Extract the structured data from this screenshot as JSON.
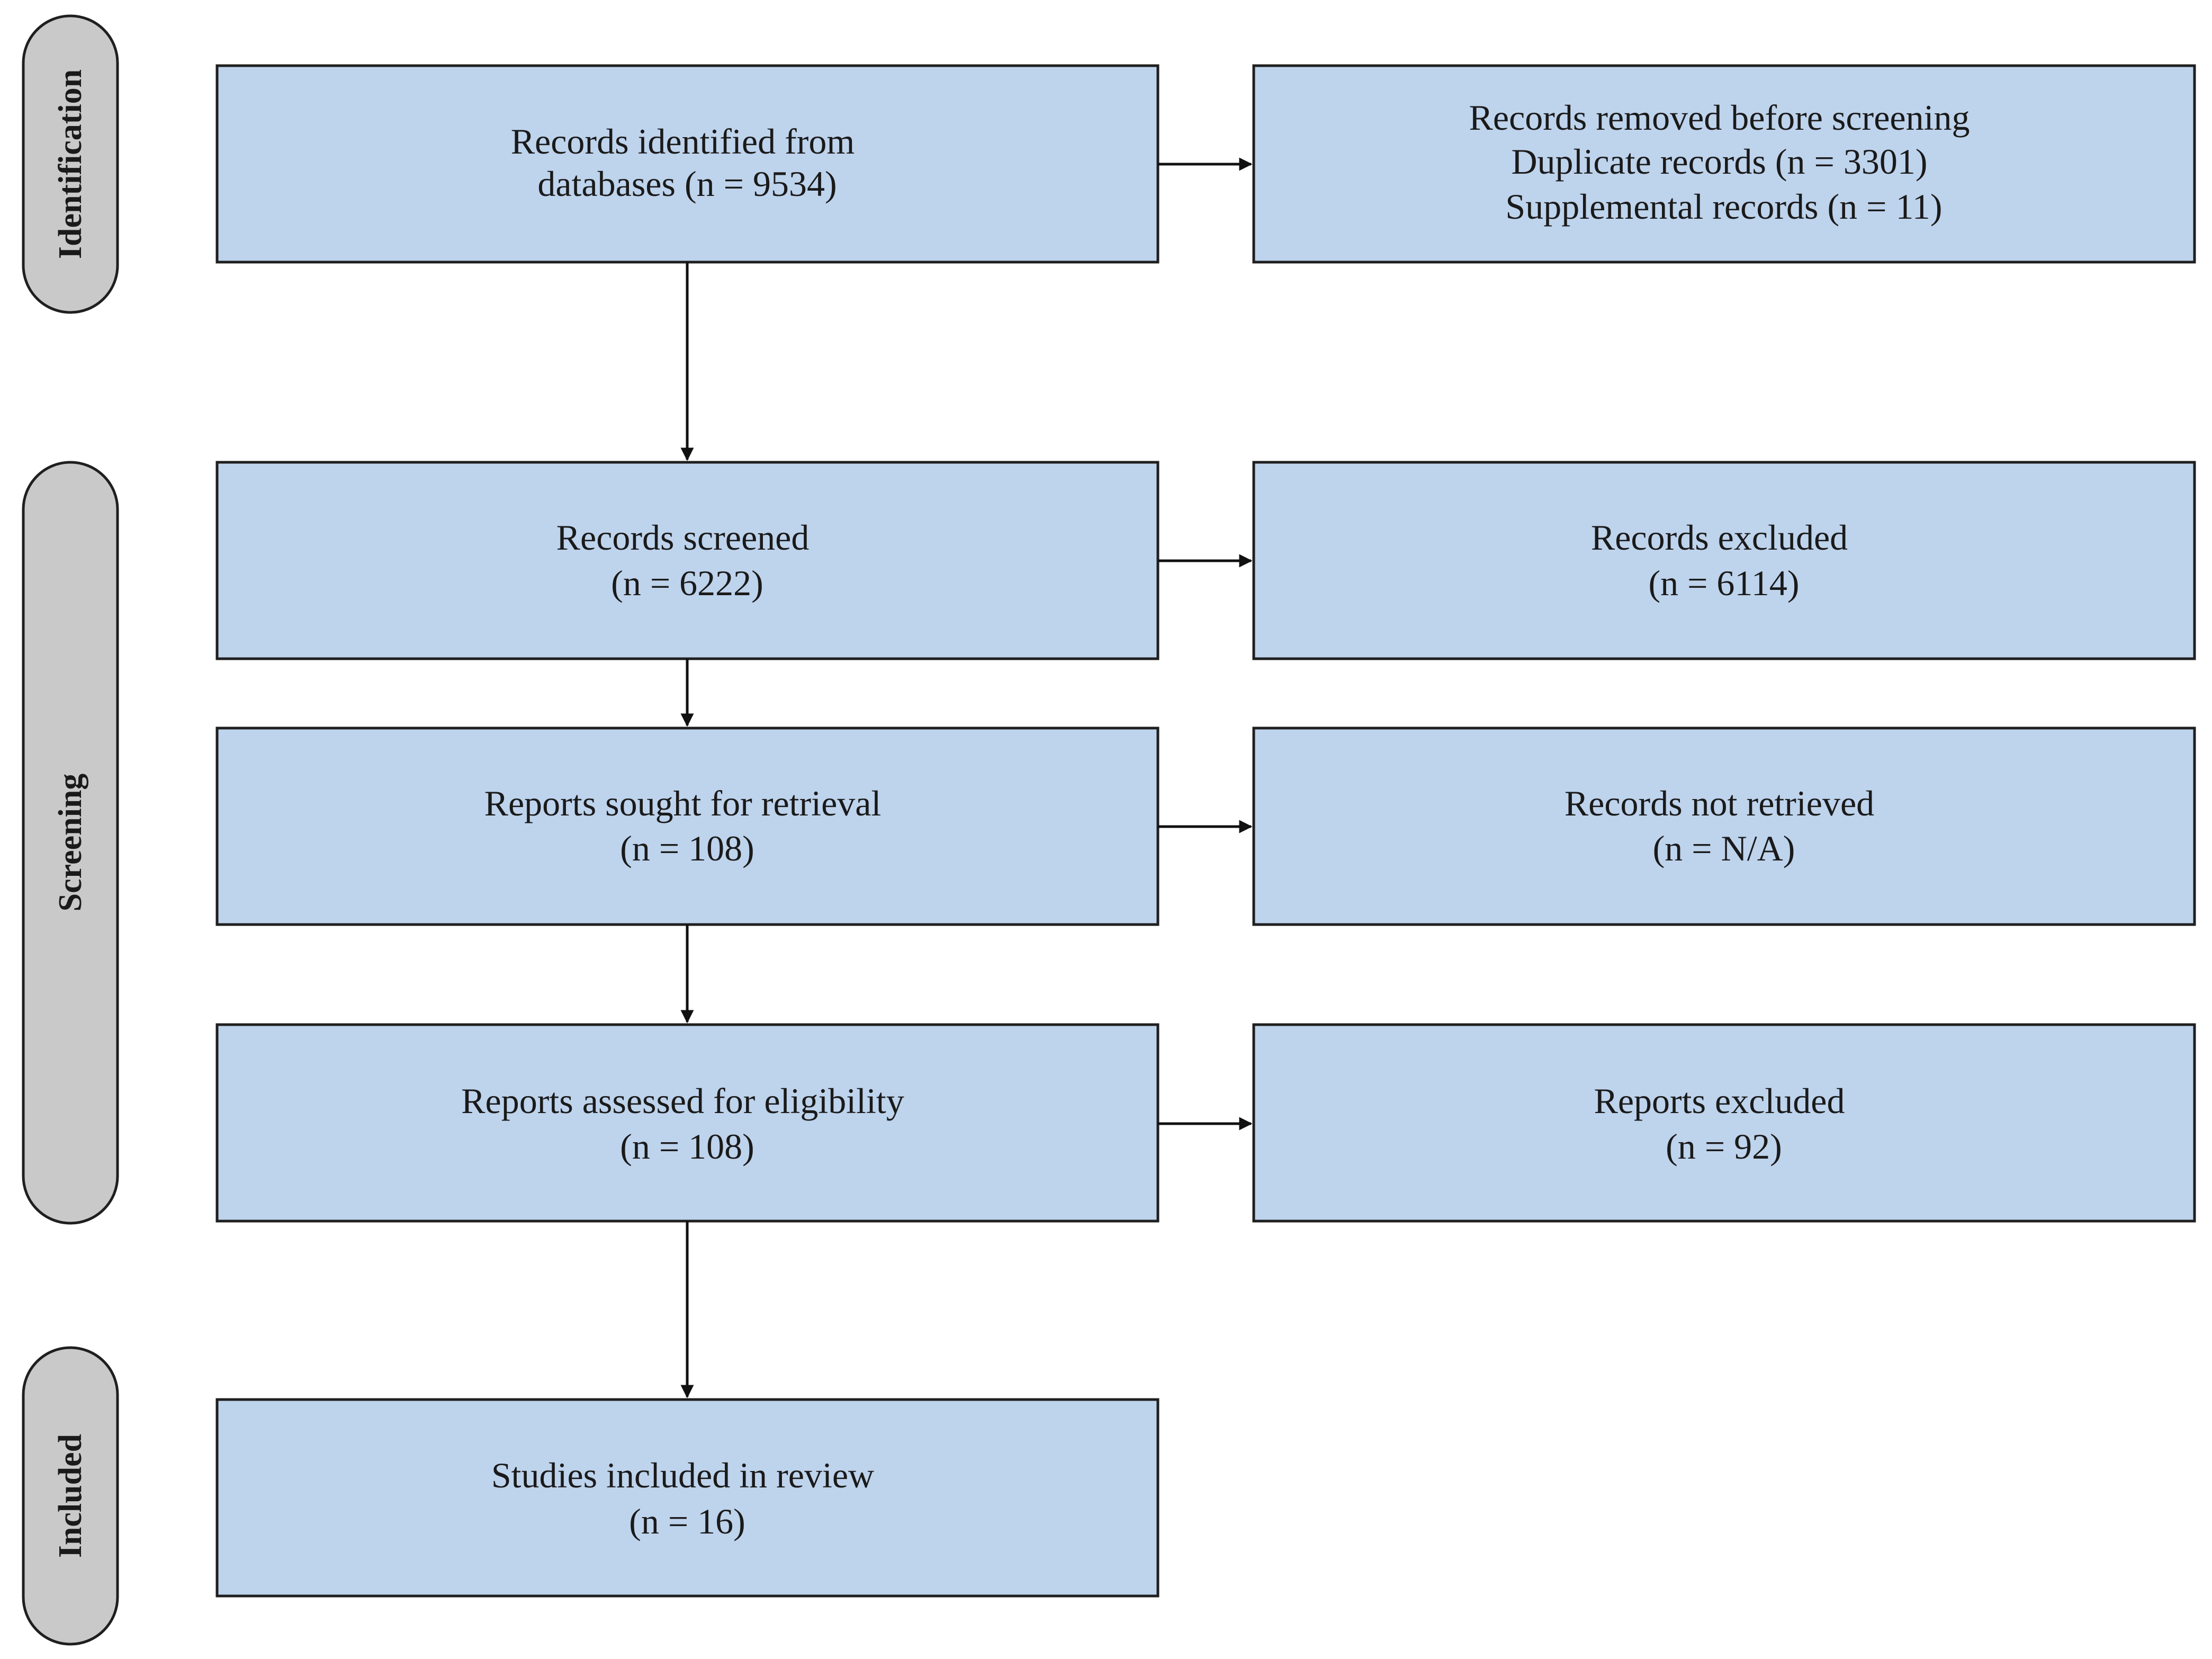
{
  "colors": {
    "box_fill": "#bed3ec",
    "box_stroke": "#1f1f1f",
    "phase_fill": "#c9c9c9",
    "arrow": "#111111"
  },
  "phases": [
    {
      "label": "Identification"
    },
    {
      "label": "Screening"
    },
    {
      "label": "Included"
    }
  ],
  "boxes": {
    "identified": {
      "lines": [
        "Records identified from",
        "databases (n = 9534)"
      ]
    },
    "removed": {
      "lines": [
        "Records removed before screening",
        "Duplicate records (n = 3301)",
        "Supplemental records (n = 11)"
      ]
    },
    "screened": {
      "lines": [
        "Records screened",
        "(n = 6222)"
      ]
    },
    "excluded": {
      "lines": [
        "Records excluded",
        "(n = 6114)"
      ]
    },
    "sought": {
      "lines": [
        "Reports sought for retrieval",
        "(n = 108)"
      ]
    },
    "not_retrieved": {
      "lines": [
        "Records not retrieved",
        "(n = N/A)"
      ]
    },
    "assessed": {
      "lines": [
        "Reports assessed for eligibility",
        "(n = 108)"
      ]
    },
    "reports_excluded": {
      "lines": [
        "Reports excluded",
        "(n = 92)"
      ]
    },
    "included": {
      "lines": [
        "Studies included in review",
        "(n = 16)"
      ]
    }
  }
}
